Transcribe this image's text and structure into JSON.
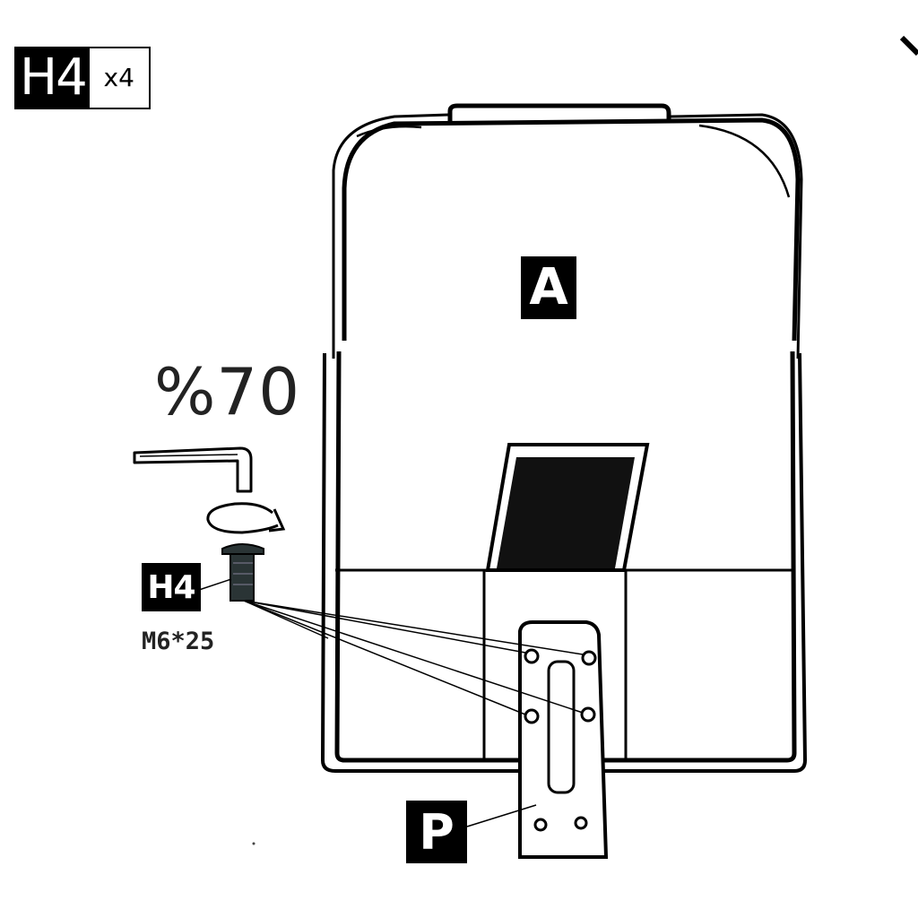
{
  "part_badge": {
    "code": "H4",
    "quantity": "x4"
  },
  "labels": {
    "body": "A",
    "plate": "P",
    "screw": "H4"
  },
  "screw_size": "M6*25",
  "torque": "%70",
  "icons": [
    "hex-key-icon",
    "rotation-arrow-icon",
    "screw-icon"
  ]
}
